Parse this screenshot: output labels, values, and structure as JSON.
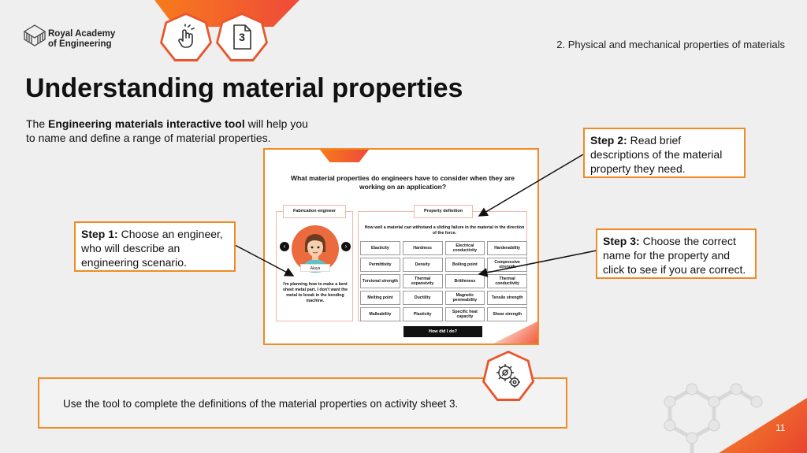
{
  "header": {
    "logo_line1": "Royal Academy",
    "logo_line2": "of Engineering",
    "badge_number": "3",
    "section_label": "2. Physical and mechanical properties of materials"
  },
  "title": "Understanding material properties",
  "intro": {
    "prefix": "The ",
    "bold": "Engineering materials interactive tool",
    "suffix": " will help you to name and define a range of material properties."
  },
  "callouts": {
    "step1": {
      "label": "Step 1:",
      "text": " Choose an engineer, who will describe an engineering scenario."
    },
    "step2": {
      "label": "Step 2:",
      "text": " Read brief descriptions of the material property they need."
    },
    "step3": {
      "label": "Step 3:",
      "text": " Choose the correct name for the property and click to see if you are correct."
    }
  },
  "tool": {
    "question": "What material properties do engineers have to consider when they are working on an application?",
    "left_tab": "Fabrication engineer",
    "right_tab": "Property definition",
    "engineer_name": "Alaya",
    "quote": "I'm planning how to make a bent sheet metal part. I don't want the metal to break in the bending machine.",
    "definition": "How well a material can withstand a sliding failure in the material in the direction of the force.",
    "properties": [
      "Elasticity",
      "Hardness",
      "Electrical conductivity",
      "Hardenability",
      "Permittivity",
      "Density",
      "Boiling point",
      "Compressive strength",
      "Torsional strength",
      "Thermal expansivity",
      "Brittleness",
      "Thermal conductivity",
      "Melting point",
      "Ductility",
      "Magnetic permeability",
      "Tensile strength",
      "Malleability",
      "Plasticity",
      "Specific heat capacity",
      "Shear strength"
    ],
    "button": "How did I do?"
  },
  "bottom_text": "Use the tool to complete the definitions of the material properties on activity sheet 3.",
  "page_number": "11",
  "colors": {
    "accent": "#f08a24",
    "accent_red": "#e8552c"
  }
}
